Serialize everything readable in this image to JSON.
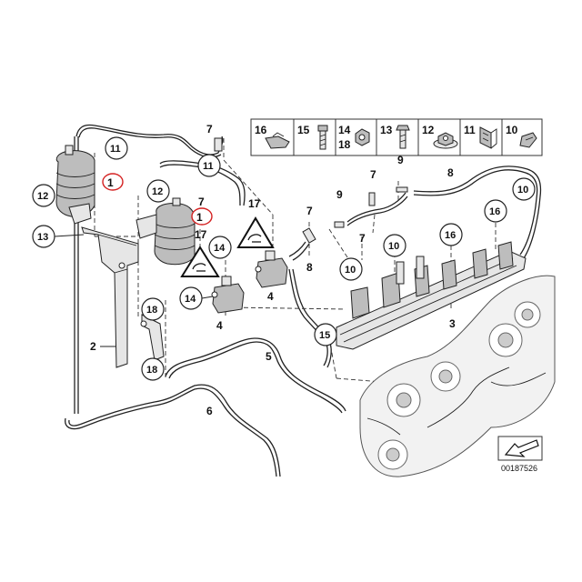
{
  "diagram": {
    "reference_number": "00187526",
    "legend_items": [
      "16",
      "15",
      "14",
      "18",
      "13",
      "12",
      "11",
      "10"
    ],
    "labels": {
      "n1": "1",
      "n2": "2",
      "n3": "3",
      "n4": "4",
      "n5": "5",
      "n6": "6",
      "n7": "7",
      "n8": "8",
      "n9": "9",
      "n10": "10",
      "n11": "11",
      "n12": "12",
      "n13": "13",
      "n14": "14",
      "n15": "15",
      "n16": "16",
      "n17": "17",
      "n18": "18"
    }
  }
}
